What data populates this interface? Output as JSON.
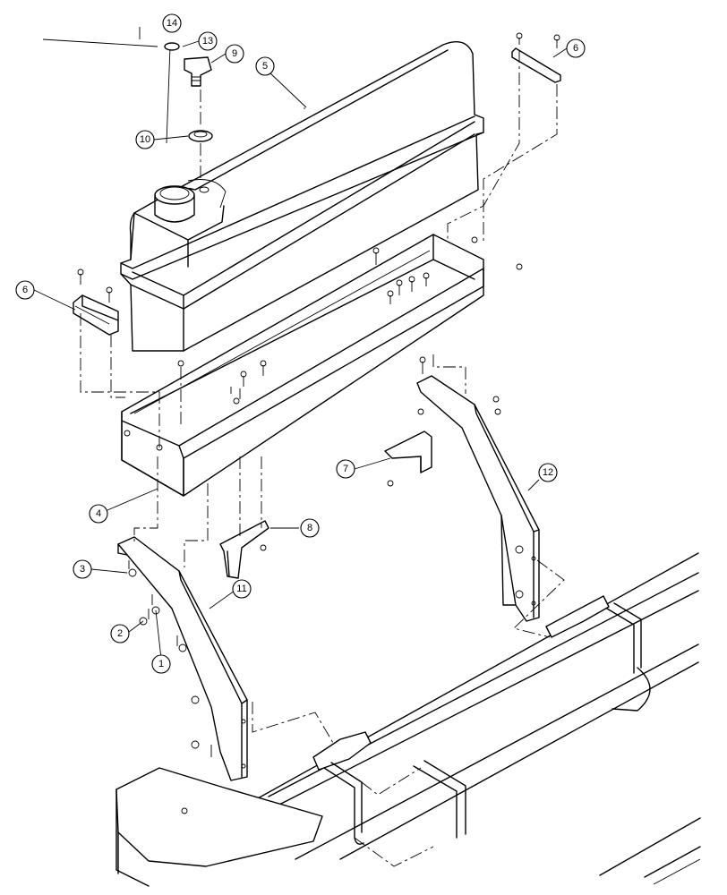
{
  "diagram": {
    "type": "exploded-parts-view",
    "callouts": [
      {
        "id": "callout-1",
        "label": "1"
      },
      {
        "id": "callout-2",
        "label": "2"
      },
      {
        "id": "callout-3",
        "label": "3"
      },
      {
        "id": "callout-4",
        "label": "4"
      },
      {
        "id": "callout-5",
        "label": "5"
      },
      {
        "id": "callout-6a",
        "label": "6"
      },
      {
        "id": "callout-6b",
        "label": "6"
      },
      {
        "id": "callout-7",
        "label": "7"
      },
      {
        "id": "callout-8",
        "label": "8"
      },
      {
        "id": "callout-9",
        "label": "9"
      },
      {
        "id": "callout-10",
        "label": "10"
      },
      {
        "id": "callout-11",
        "label": "11"
      },
      {
        "id": "callout-12",
        "label": "12"
      },
      {
        "id": "callout-13",
        "label": "13"
      },
      {
        "id": "callout-14",
        "label": "14"
      }
    ],
    "colors": {
      "line": "#000000",
      "background": "#ffffff"
    }
  }
}
